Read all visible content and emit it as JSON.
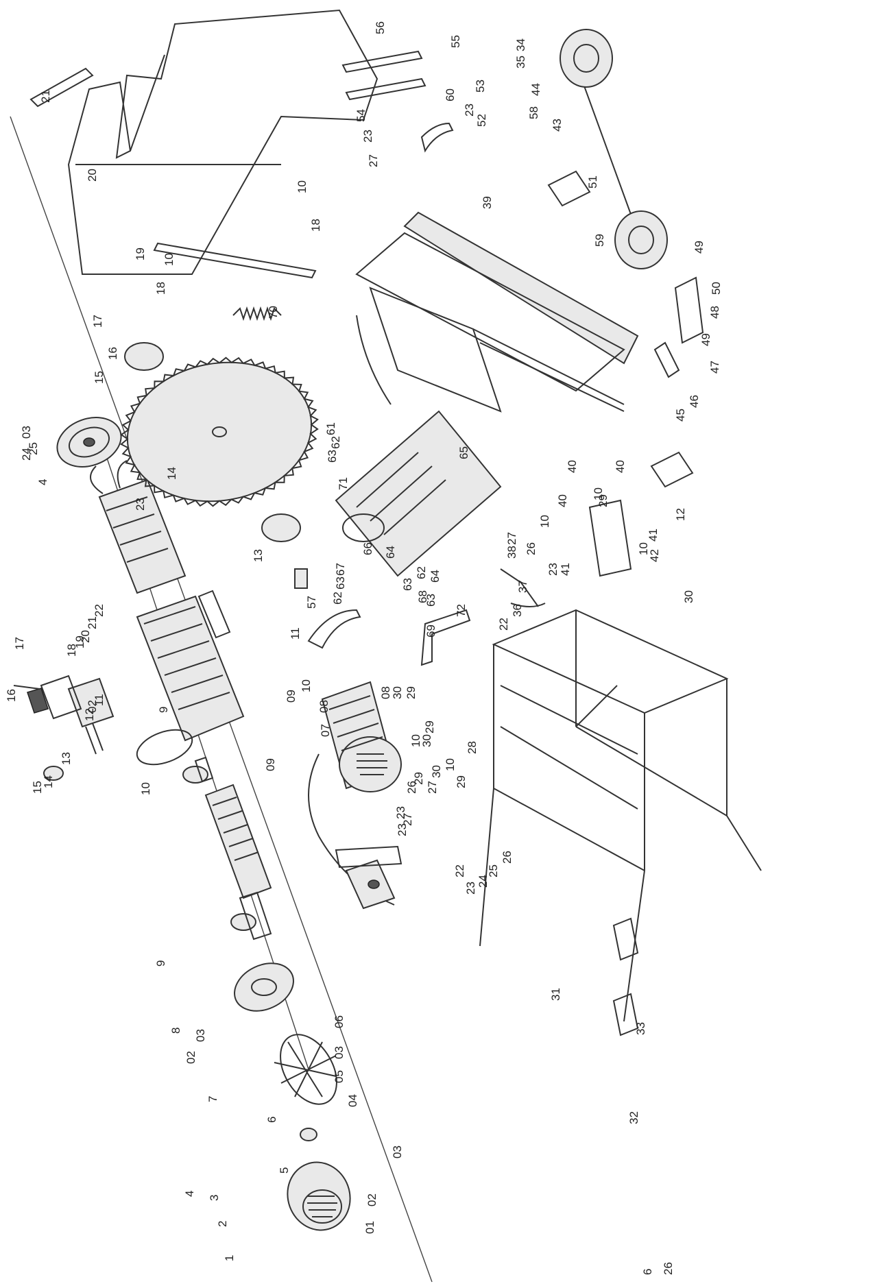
{
  "groups": {
    "motor_left": [
      "1",
      "2",
      "3",
      "4",
      "5",
      "6",
      "7",
      "8",
      "02",
      "03",
      "9",
      "10",
      "9",
      "11",
      "12",
      "13",
      "14",
      "15",
      "16",
      "17",
      "18",
      "19",
      "20",
      "21",
      "22",
      "23",
      "4",
      "24",
      "25",
      "03",
      "02",
      "6",
      "26"
    ],
    "motor_lower": [
      "01",
      "02",
      "03",
      "04",
      "05",
      "03",
      "06",
      "07",
      "08",
      "09",
      "09",
      "10",
      "08",
      "30",
      "29",
      "10",
      "30",
      "29",
      "29",
      "30",
      "10",
      "29",
      "28",
      "22",
      "23",
      "24",
      "25",
      "26",
      "27",
      "23",
      "23",
      "26",
      "27"
    ],
    "saw_head": [
      "14",
      "15",
      "16",
      "17",
      "18",
      "19",
      "10",
      "18",
      "20",
      "21",
      "10",
      "54",
      "23",
      "27",
      "13",
      "57",
      "11"
    ],
    "riving_fence": [
      "55",
      "56",
      "60",
      "53",
      "23",
      "52",
      "71",
      "61",
      "62",
      "63",
      "65",
      "67",
      "63",
      "62",
      "66",
      "64",
      "63",
      "62",
      "64",
      "68",
      "63",
      "69",
      "72"
    ],
    "table_stand": [
      "39",
      "51",
      "44",
      "58",
      "43",
      "59",
      "34",
      "35",
      "49",
      "50",
      "48",
      "49",
      "47",
      "46",
      "45",
      "12",
      "40",
      "40",
      "10",
      "29",
      "40",
      "10",
      "41",
      "42",
      "41",
      "10",
      "27",
      "26",
      "23",
      "38",
      "37",
      "36",
      "22",
      "30",
      "31",
      "32",
      "33",
      "70"
    ]
  },
  "colors": {
    "line": "#333333",
    "fill": "#e9e9e9",
    "text": "#222222"
  }
}
